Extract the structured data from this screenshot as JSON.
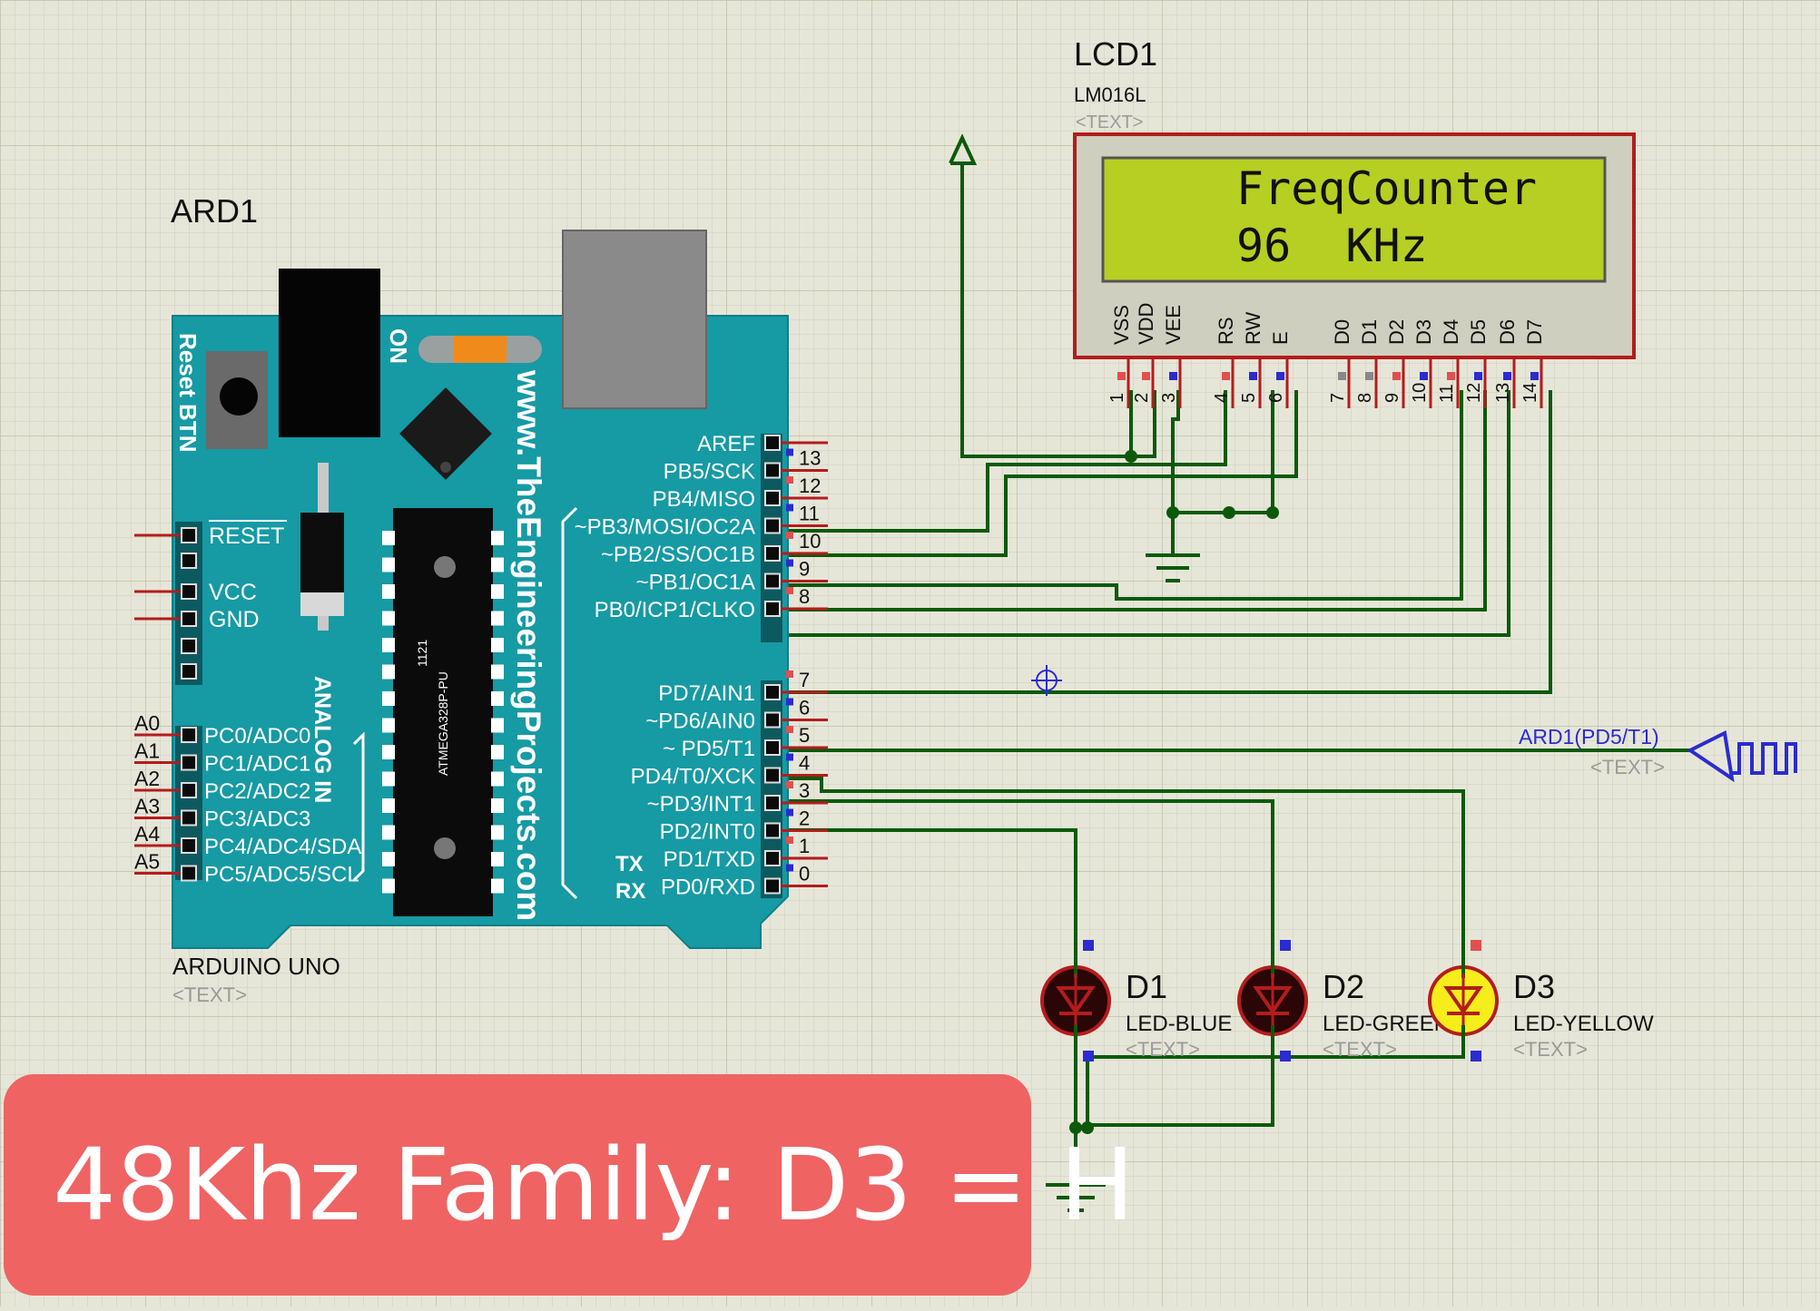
{
  "arduino": {
    "ref": "ARD1",
    "model": "ARDUINO UNO",
    "text_placeholder": "<TEXT>",
    "reset_btn": "Reset BTN",
    "on_label": "ON",
    "website": "www.TheEngineeringProjects.com",
    "chip_label": "ATMEGA328P-PU",
    "chip_code": "1121",
    "analog_in": "ANALOG IN",
    "left_pins": [
      "RESET",
      "VCC",
      "GND"
    ],
    "analog_pins": [
      {
        "a": "A0",
        "name": "PC0/ADC0"
      },
      {
        "a": "A1",
        "name": "PC1/ADC1"
      },
      {
        "a": "A2",
        "name": "PC2/ADC2"
      },
      {
        "a": "A3",
        "name": "PC3/ADC3"
      },
      {
        "a": "A4",
        "name": "PC4/ADC4/SDA"
      },
      {
        "a": "A5",
        "name": "PC5/ADC5/SCL"
      }
    ],
    "right_top": [
      {
        "name": "AREF",
        "num": ""
      },
      {
        "name": "PB5/SCK",
        "num": "13"
      },
      {
        "name": "PB4/MISO",
        "num": "12"
      },
      {
        "name": "~PB3/MOSI/OC2A",
        "num": "11"
      },
      {
        "name": "~PB2/SS/OC1B",
        "num": "10"
      },
      {
        "name": "~PB1/OC1A",
        "num": "9"
      },
      {
        "name": "PB0/ICP1/CLKO",
        "num": "8"
      }
    ],
    "right_bottom": [
      {
        "name": "PD7/AIN1",
        "num": "7"
      },
      {
        "name": "~PD6/AIN0",
        "num": "6"
      },
      {
        "name": "~ PD5/T1",
        "num": "5"
      },
      {
        "name": "PD4/T0/XCK",
        "num": "4"
      },
      {
        "name": "~PD3/INT1",
        "num": "3"
      },
      {
        "name": "PD2/INT0",
        "num": "2"
      },
      {
        "name": "PD1/TXD",
        "num": "1"
      },
      {
        "name": "PD0/RXD",
        "num": "0"
      }
    ],
    "tx_label": "TX",
    "rx_label": "RX"
  },
  "lcd": {
    "ref": "LCD1",
    "model": "LM016L",
    "text_placeholder": "<TEXT>",
    "line1": "FreqCounter",
    "line2": "96  KHz",
    "pins": [
      "VSS",
      "VDD",
      "VEE",
      "RS",
      "RW",
      "E",
      "D0",
      "D1",
      "D2",
      "D3",
      "D4",
      "D5",
      "D6",
      "D7"
    ],
    "pin_numbers": [
      "1",
      "2",
      "3",
      "4",
      "5",
      "6",
      "7",
      "8",
      "9",
      "10",
      "11",
      "12",
      "13",
      "14"
    ]
  },
  "signal": {
    "label": "ARD1(PD5/T1)",
    "text_placeholder": "<TEXT>"
  },
  "leds": [
    {
      "ref": "D1",
      "model": "LED-BLUE",
      "text_placeholder": "<TEXT>",
      "lit": false,
      "color": "#2a0606"
    },
    {
      "ref": "D2",
      "model": "LED-GREEN",
      "text_placeholder": "<TEXT>",
      "lit": false,
      "color": "#2a0606"
    },
    {
      "ref": "D3",
      "model": "LED-YELLOW",
      "text_placeholder": "<TEXT>",
      "lit": true,
      "color": "#f6ee1a"
    }
  ],
  "caption": "48Khz Family: D3 = H",
  "colors": {
    "board": "#169aa4",
    "wire": "#0b5a0b",
    "lcd_screen": "#b6cf22",
    "caption_bg": "#ef6363",
    "component_outline": "#b41c1c"
  }
}
